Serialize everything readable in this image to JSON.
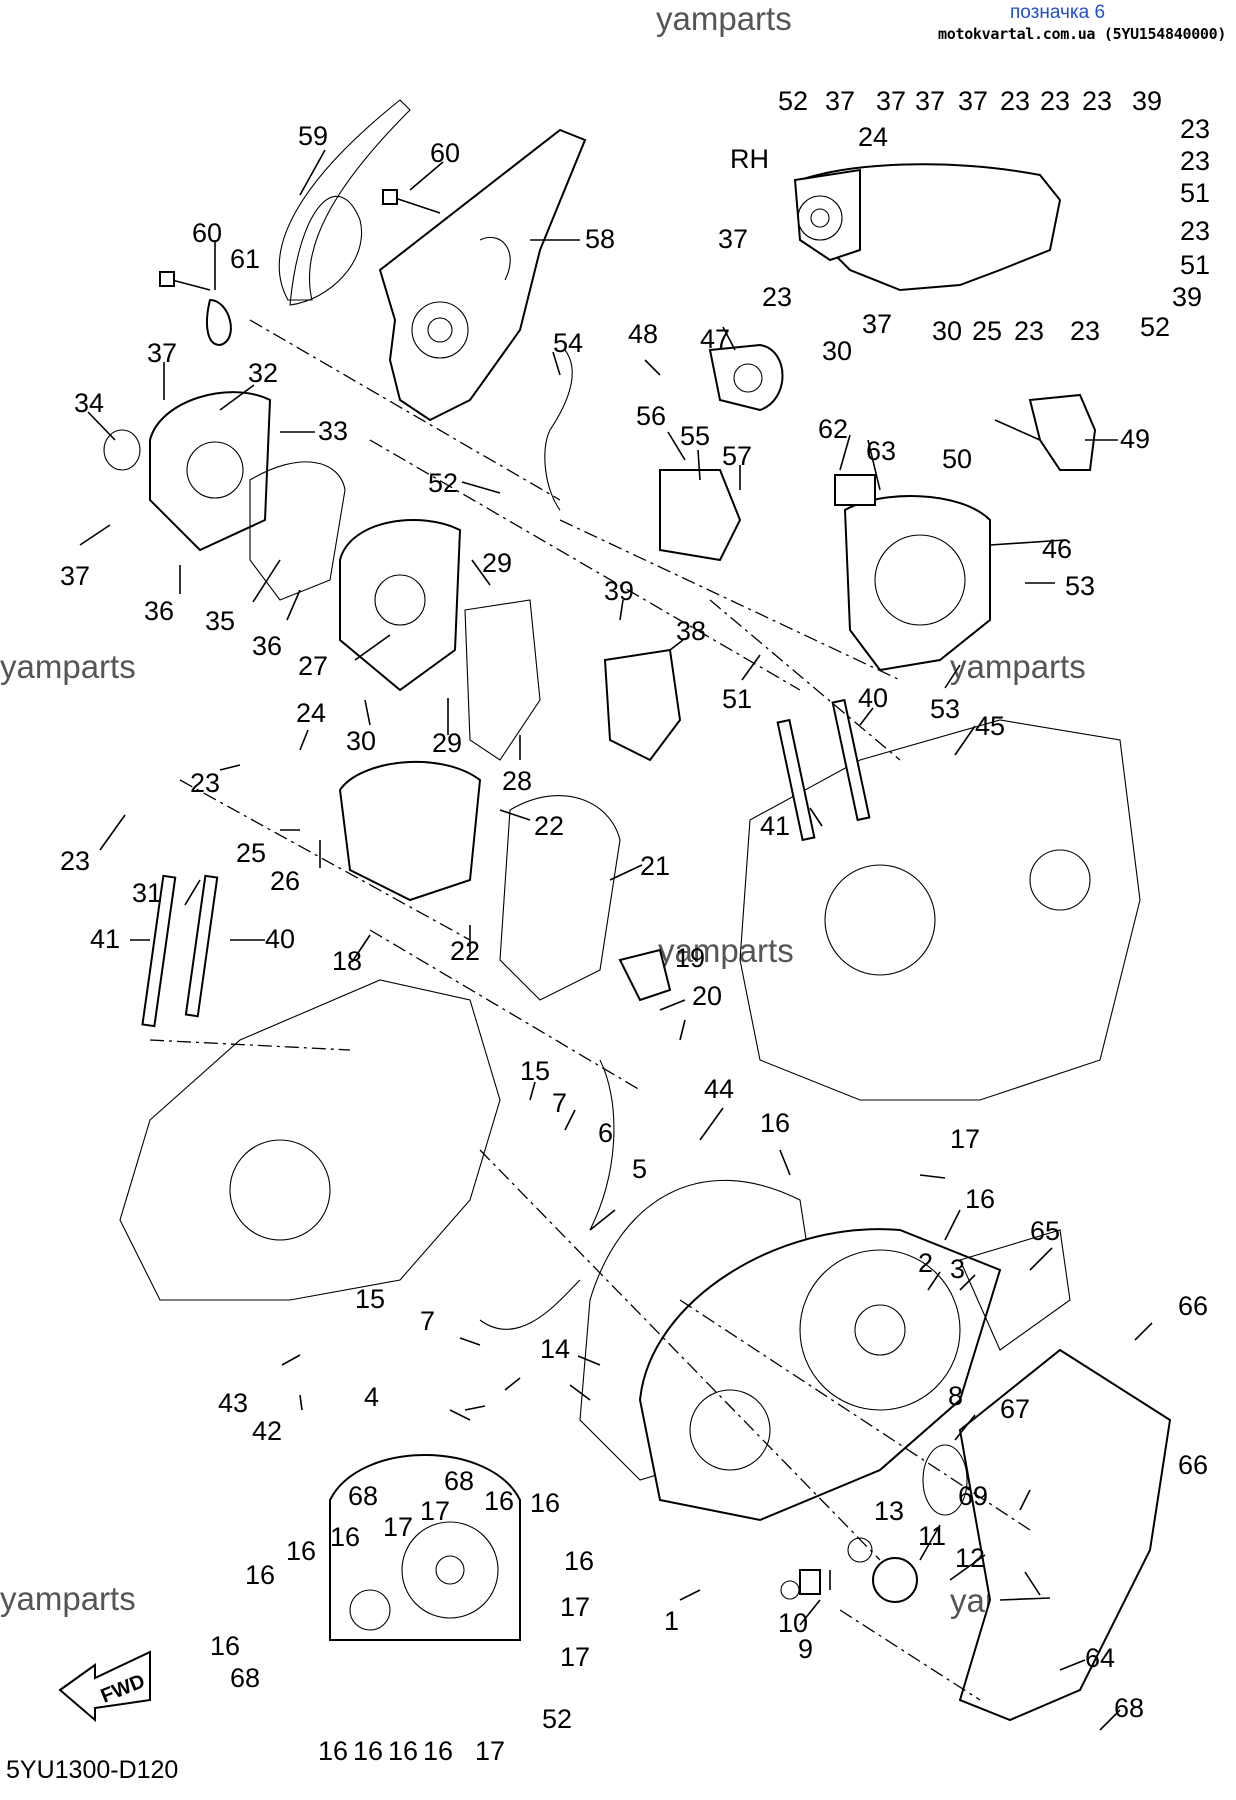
{
  "header": {
    "watermark_top": "yamparts",
    "title": "позначка 6",
    "source": "motokvartal.com.ua (5YU154840000)"
  },
  "watermarks": [
    "yamparts",
    "yamparts",
    "yamparts",
    "yamparts",
    "yamparts",
    "yamparts"
  ],
  "side_label": "RH",
  "fwd_label": "FWD",
  "diagram_code": "5YU1300-D120",
  "callouts": [
    {
      "id": "c59",
      "text": "59"
    },
    {
      "id": "c60a",
      "text": "60"
    },
    {
      "id": "c60b",
      "text": "60"
    },
    {
      "id": "c61",
      "text": "61"
    },
    {
      "id": "c58",
      "text": "58"
    },
    {
      "id": "c37a",
      "text": "37"
    },
    {
      "id": "c32",
      "text": "32"
    },
    {
      "id": "c34",
      "text": "34"
    },
    {
      "id": "c33",
      "text": "33"
    },
    {
      "id": "c37b",
      "text": "37"
    },
    {
      "id": "c36a",
      "text": "36"
    },
    {
      "id": "c35",
      "text": "35"
    },
    {
      "id": "c36b",
      "text": "36"
    },
    {
      "id": "c27",
      "text": "27"
    },
    {
      "id": "c29a",
      "text": "29"
    },
    {
      "id": "c29b",
      "text": "29"
    },
    {
      "id": "c30",
      "text": "30"
    },
    {
      "id": "c28",
      "text": "28"
    },
    {
      "id": "c54",
      "text": "54"
    },
    {
      "id": "c52a",
      "text": "52"
    },
    {
      "id": "c48",
      "text": "48"
    },
    {
      "id": "c47",
      "text": "47"
    },
    {
      "id": "c56",
      "text": "56"
    },
    {
      "id": "c55",
      "text": "55"
    },
    {
      "id": "c57",
      "text": "57"
    },
    {
      "id": "c62",
      "text": "62"
    },
    {
      "id": "c63",
      "text": "63"
    },
    {
      "id": "c50",
      "text": "50"
    },
    {
      "id": "c49",
      "text": "49"
    },
    {
      "id": "c46",
      "text": "46"
    },
    {
      "id": "c53a",
      "text": "53"
    },
    {
      "id": "c53b",
      "text": "53"
    },
    {
      "id": "c39a",
      "text": "39"
    },
    {
      "id": "c38",
      "text": "38"
    },
    {
      "id": "c51a",
      "text": "51"
    },
    {
      "id": "c40a",
      "text": "40"
    },
    {
      "id": "c45",
      "text": "45"
    },
    {
      "id": "c41a",
      "text": "41"
    },
    {
      "id": "c24a",
      "text": "24"
    },
    {
      "id": "c23a",
      "text": "23"
    },
    {
      "id": "c23b",
      "text": "23"
    },
    {
      "id": "c25",
      "text": "25"
    },
    {
      "id": "c26",
      "text": "26"
    },
    {
      "id": "c31",
      "text": "31"
    },
    {
      "id": "c22a",
      "text": "22"
    },
    {
      "id": "c22b",
      "text": "22"
    },
    {
      "id": "c21",
      "text": "21"
    },
    {
      "id": "c18",
      "text": "18"
    },
    {
      "id": "c41b",
      "text": "41"
    },
    {
      "id": "c40b",
      "text": "40"
    },
    {
      "id": "c19",
      "text": "19"
    },
    {
      "id": "c20",
      "text": "20"
    },
    {
      "id": "c15a",
      "text": "15"
    },
    {
      "id": "c15b",
      "text": "15"
    },
    {
      "id": "c7a",
      "text": "7"
    },
    {
      "id": "c6",
      "text": "6"
    },
    {
      "id": "c5",
      "text": "5"
    },
    {
      "id": "c44",
      "text": "44"
    },
    {
      "id": "c16a",
      "text": "16"
    },
    {
      "id": "c17a",
      "text": "17"
    },
    {
      "id": "c16b",
      "text": "16"
    },
    {
      "id": "c65",
      "text": "65"
    },
    {
      "id": "c2",
      "text": "2"
    },
    {
      "id": "c3",
      "text": "3"
    },
    {
      "id": "c66a",
      "text": "66"
    },
    {
      "id": "c66b",
      "text": "66"
    },
    {
      "id": "c7b",
      "text": "7"
    },
    {
      "id": "c14",
      "text": "14"
    },
    {
      "id": "c4",
      "text": "4"
    },
    {
      "id": "c43",
      "text": "43"
    },
    {
      "id": "c42",
      "text": "42"
    },
    {
      "id": "c8",
      "text": "8"
    },
    {
      "id": "c67",
      "text": "67"
    },
    {
      "id": "c69",
      "text": "69"
    },
    {
      "id": "c13",
      "text": "13"
    },
    {
      "id": "c11",
      "text": "11"
    },
    {
      "id": "c12",
      "text": "12"
    },
    {
      "id": "c1",
      "text": "1"
    },
    {
      "id": "c10",
      "text": "10"
    },
    {
      "id": "c9",
      "text": "9"
    },
    {
      "id": "c64",
      "text": "64"
    },
    {
      "id": "c68a",
      "text": "68"
    },
    {
      "id": "c68b",
      "text": "68"
    },
    {
      "id": "c68c",
      "text": "68"
    },
    {
      "id": "c68d",
      "text": "68"
    },
    {
      "id": "c16c",
      "text": "16"
    },
    {
      "id": "c16d",
      "text": "16"
    },
    {
      "id": "c16e",
      "text": "16"
    },
    {
      "id": "c16f",
      "text": "16"
    },
    {
      "id": "c16g",
      "text": "16"
    },
    {
      "id": "c16h",
      "text": "16"
    },
    {
      "id": "c16i",
      "text": "16"
    },
    {
      "id": "c16j",
      "text": "16"
    },
    {
      "id": "c16k",
      "text": "16"
    },
    {
      "id": "c16l",
      "text": "16"
    },
    {
      "id": "c16m",
      "text": "16"
    },
    {
      "id": "c17b",
      "text": "17"
    },
    {
      "id": "c17c",
      "text": "17"
    },
    {
      "id": "c17d",
      "text": "17"
    },
    {
      "id": "c17e",
      "text": "17"
    },
    {
      "id": "c17f",
      "text": "17"
    },
    {
      "id": "r52a",
      "text": "52"
    },
    {
      "id": "r52b",
      "text": "52"
    },
    {
      "id": "r37a",
      "text": "37"
    },
    {
      "id": "r37b",
      "text": "37"
    },
    {
      "id": "r37c",
      "text": "37"
    },
    {
      "id": "r37d",
      "text": "37"
    },
    {
      "id": "r23a",
      "text": "23"
    },
    {
      "id": "r23b",
      "text": "23"
    },
    {
      "id": "r23c",
      "text": "23"
    },
    {
      "id": "r39a",
      "text": "39"
    },
    {
      "id": "r24",
      "text": "24"
    },
    {
      "id": "r23d",
      "text": "23"
    },
    {
      "id": "r23e",
      "text": "23"
    },
    {
      "id": "r51a",
      "text": "51"
    },
    {
      "id": "r37e",
      "text": "37"
    },
    {
      "id": "r23f",
      "text": "23"
    },
    {
      "id": "r51b",
      "text": "51"
    },
    {
      "id": "r23g",
      "text": "23"
    },
    {
      "id": "r39b",
      "text": "39"
    },
    {
      "id": "r37f",
      "text": "37"
    },
    {
      "id": "r30a",
      "text": "30"
    },
    {
      "id": "r25",
      "text": "25"
    },
    {
      "id": "r23h",
      "text": "23"
    },
    {
      "id": "r23i",
      "text": "23"
    },
    {
      "id": "r52c",
      "text": "52"
    },
    {
      "id": "r30b",
      "text": "30"
    }
  ]
}
